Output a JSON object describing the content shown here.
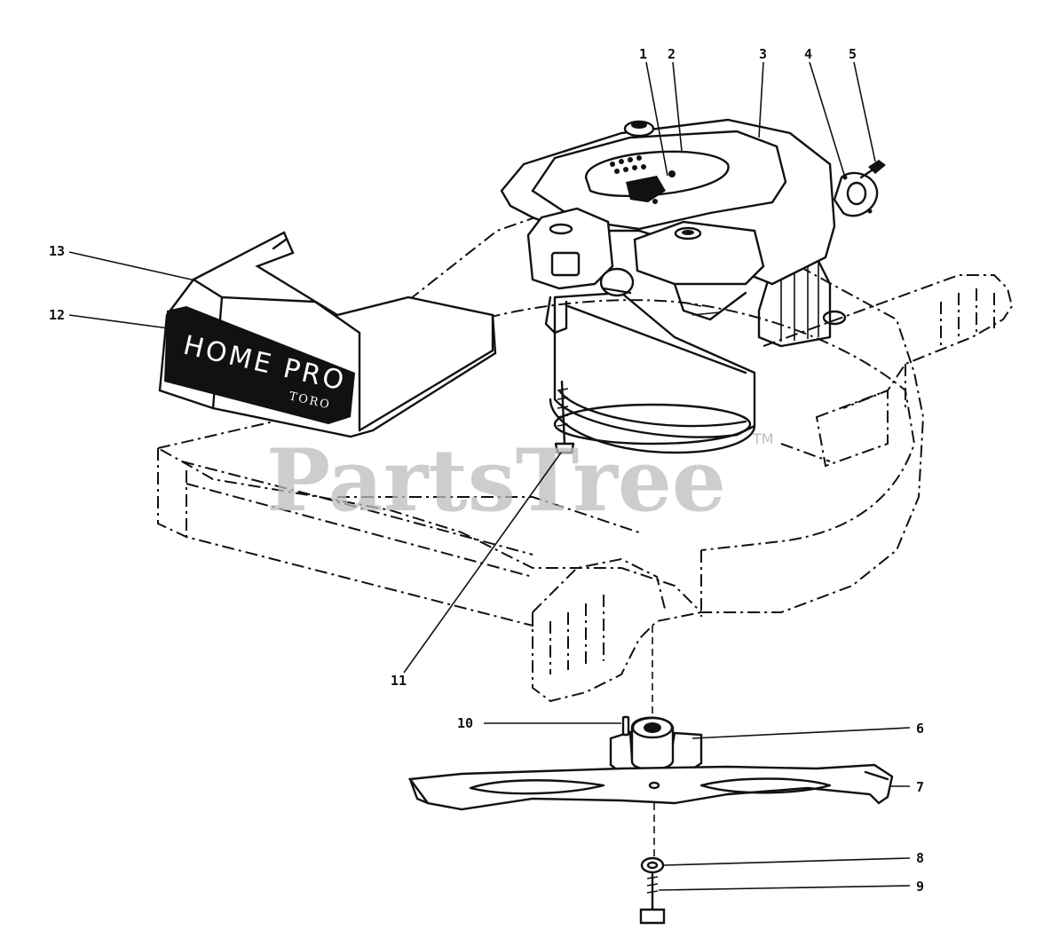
{
  "diagram": {
    "shroud_label_main": "HOME PRO",
    "shroud_label_sub": "TORO",
    "watermark": "PartsTree",
    "watermark_mark": "TM",
    "callouts": [
      {
        "id": "1",
        "label": "1"
      },
      {
        "id": "2",
        "label": "2"
      },
      {
        "id": "3",
        "label": "3"
      },
      {
        "id": "4",
        "label": "4"
      },
      {
        "id": "5",
        "label": "5"
      },
      {
        "id": "6",
        "label": "6"
      },
      {
        "id": "7",
        "label": "7"
      },
      {
        "id": "8",
        "label": "8"
      },
      {
        "id": "9",
        "label": "9"
      },
      {
        "id": "10",
        "label": "10"
      },
      {
        "id": "11",
        "label": "11"
      },
      {
        "id": "12",
        "label": "12"
      },
      {
        "id": "13",
        "label": "13"
      }
    ]
  }
}
